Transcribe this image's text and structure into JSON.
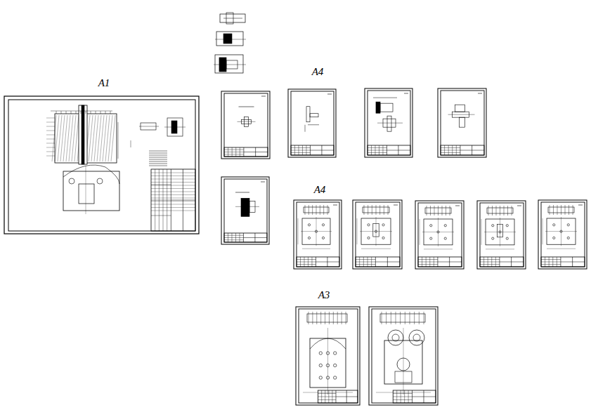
{
  "diagram": {
    "labels": [
      "A1",
      "A4",
      "A4",
      "A3"
    ]
  }
}
